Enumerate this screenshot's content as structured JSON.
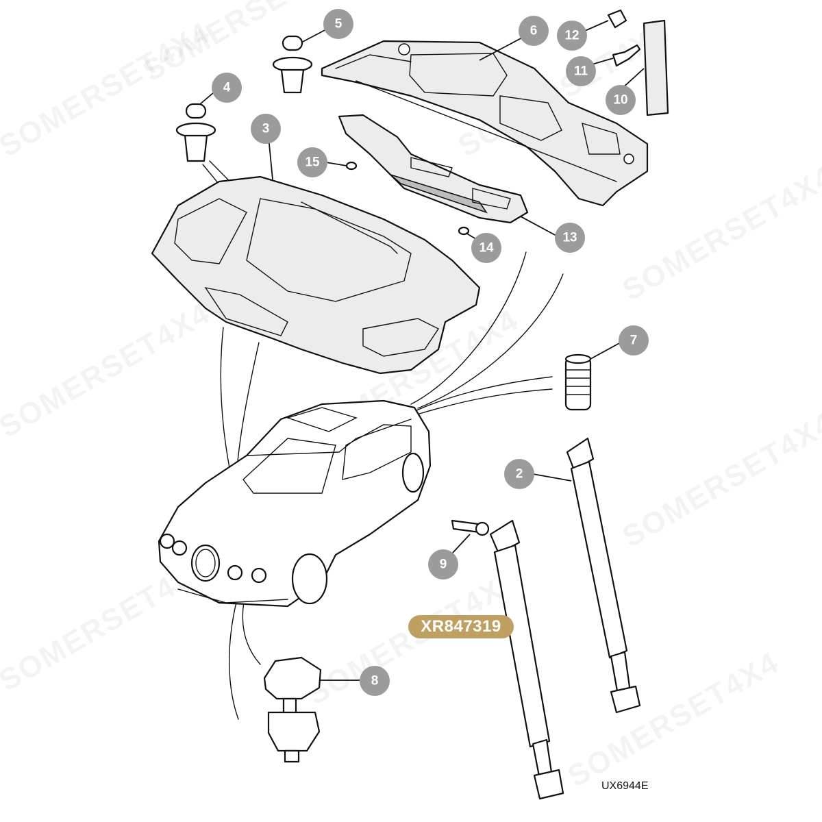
{
  "diagram": {
    "part_number": "XR847319",
    "drawing_reference": "UX6944E",
    "watermark_text": "SOMERSET4X4",
    "colors": {
      "callout_fill": "#9b9b9b",
      "callout_text": "#ffffff",
      "badge_fill": "#c0a060",
      "line": "#111111"
    },
    "callouts": [
      "2",
      "3",
      "4",
      "5",
      "6",
      "7",
      "8",
      "9",
      "10",
      "11",
      "12",
      "13",
      "14",
      "15"
    ]
  }
}
